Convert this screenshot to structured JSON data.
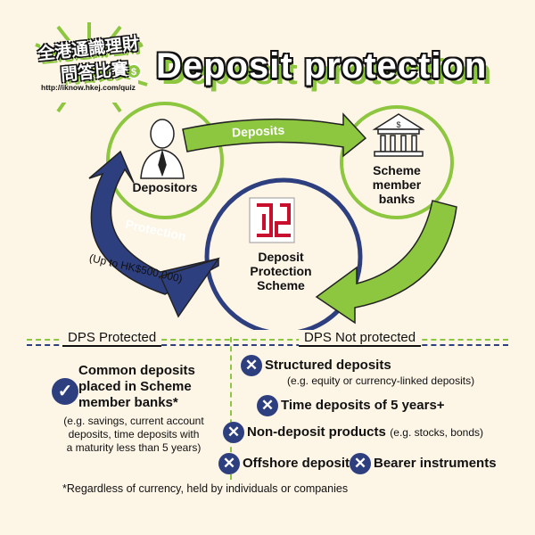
{
  "logo": {
    "line1": "全港通識理財",
    "line2": "問答比賽",
    "url": "http://iknow.hkej.com/quiz"
  },
  "title": "Deposit protection",
  "diagram": {
    "depositors": "Depositors",
    "banks": [
      "Scheme",
      "member",
      "banks"
    ],
    "dps": [
      "Deposit",
      "Protection",
      "Scheme"
    ],
    "deposits_arrow": "Deposits",
    "protection_arrow": "Protection",
    "limit": "(Up to HK$500,000)"
  },
  "protected": {
    "header": "DPS Protected",
    "main": [
      "Common deposits",
      "placed in Scheme",
      "member banks*"
    ],
    "examples": [
      "(e.g. savings, current account",
      "deposits, time deposits with",
      "a maturity less than 5 years)"
    ]
  },
  "not_protected": {
    "header": "DPS Not protected",
    "items": [
      {
        "label": "Structured deposits",
        "note": "(e.g. equity or currency-linked deposits)"
      },
      {
        "label": "Time deposits of 5 years+"
      },
      {
        "label": "Non-deposit products",
        "note": "(e.g. stocks, bonds)"
      },
      {
        "label": "Offshore deposits"
      },
      {
        "label": "Bearer instruments"
      }
    ]
  },
  "footnote": "*Regardless of currency, held by individuals or companies",
  "colors": {
    "green": "#8dc63f",
    "navy": "#2e3f7f",
    "background": "#fdf5e6"
  }
}
